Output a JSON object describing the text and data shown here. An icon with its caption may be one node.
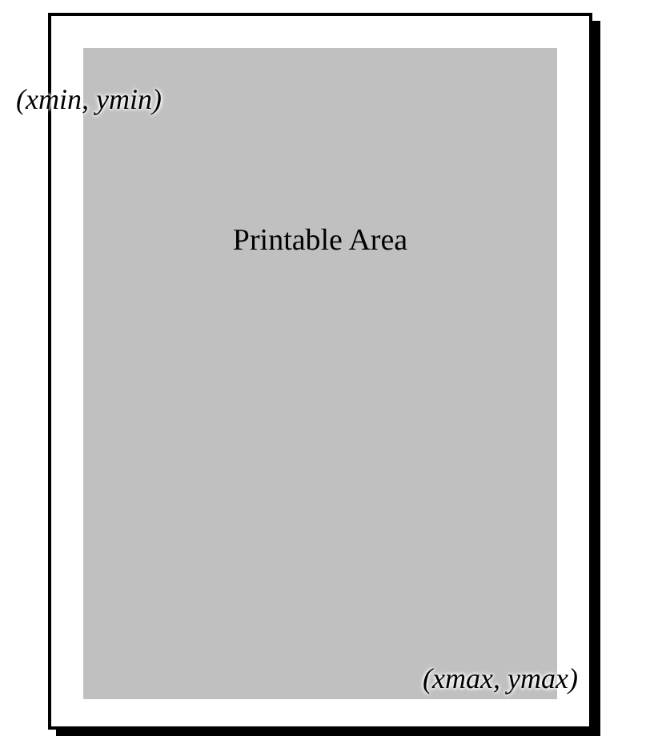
{
  "diagram": {
    "nodes": [
      {
        "text": [],
        "shape": "box"
      },
      {
        "text": [
          "Printable Area"
        ],
        "in": 0
      }
    ],
    "labels": [
      "(xmin, ymin)",
      "(xmax, ymax)"
    ]
  }
}
